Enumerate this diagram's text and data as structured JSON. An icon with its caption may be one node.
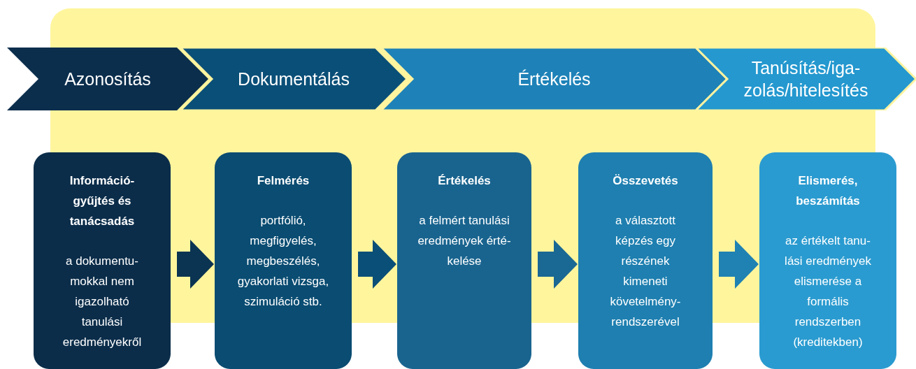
{
  "diagram": {
    "nodes": [
      {
        "text": [
          "Azonosítás"
        ]
      },
      {
        "text": [
          "Dokumentálás"
        ]
      },
      {
        "text": [
          "Értékelés"
        ]
      },
      {
        "text": [
          "Tanúsítás/iga- zolás/hitelesítés"
        ]
      },
      {
        "text": [
          "Információ- gyűjtés és tanácsadás",
          "a dokumentu- mokkal nem igazolható tanulási eredményekről"
        ]
      },
      {
        "text": [
          "Felmérés",
          "portfólió, megfigyelés, megbeszélés, gyakorlati vizsga, szimuláció stb."
        ]
      },
      {
        "text": [
          "Értékelés",
          "a felmért tanulási eredmények érté- kelése"
        ]
      },
      {
        "text": [
          "Összevetés",
          "a választott képzés egy részének kimeneti követelmény- rendszerével"
        ]
      },
      {
        "text": [
          "Elismerés, beszámítás",
          "az értékelt tanu- lási eredmények elismerése a formális rendszerben (kreditekben)"
        ]
      }
    ],
    "edges": [
      {
        "from": 4,
        "to": 5,
        "arrow": "to",
        "color": "#0b3452"
      },
      {
        "from": 5,
        "to": 6,
        "arrow": "to",
        "color": "#0a4f78"
      },
      {
        "from": 6,
        "to": 7,
        "arrow": "to",
        "color": "#1a6894"
      },
      {
        "from": 7,
        "to": 8,
        "arrow": "to",
        "color": "#1f82b3"
      }
    ]
  }
}
